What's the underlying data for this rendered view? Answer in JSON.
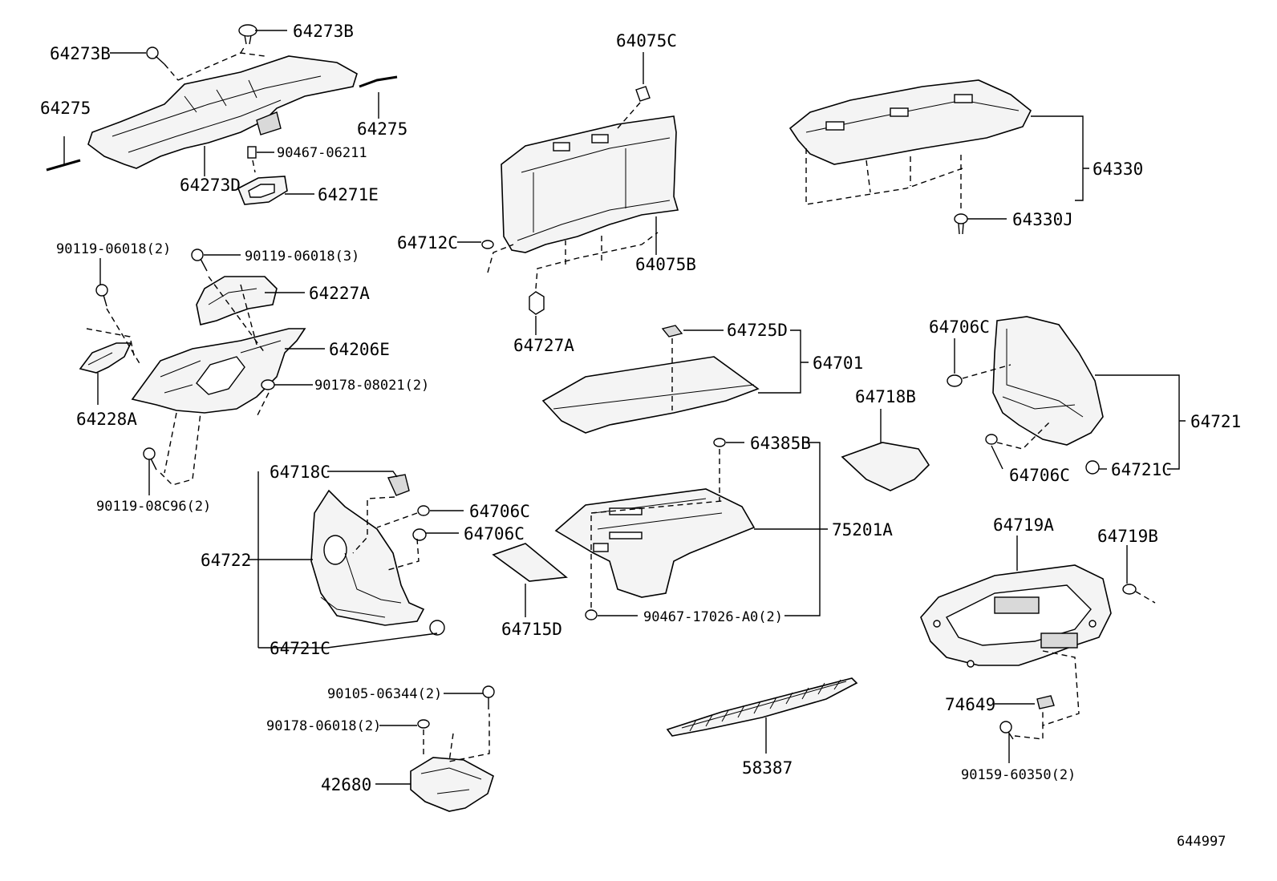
{
  "diagram": {
    "catalog_number": "644997",
    "labels": [
      {
        "id": "l-64273b-top",
        "text": "64273B"
      },
      {
        "id": "l-64273b-left",
        "text": "64273B"
      },
      {
        "id": "l-64275-left",
        "text": "64275"
      },
      {
        "id": "l-64275-right",
        "text": "64275"
      },
      {
        "id": "l-90467-06211",
        "text": "90467-06211"
      },
      {
        "id": "l-64273d",
        "text": "64273D"
      },
      {
        "id": "l-64271e",
        "text": "64271E"
      },
      {
        "id": "l-90119-06018-2",
        "text": "90119-06018(2)"
      },
      {
        "id": "l-90119-06018-3",
        "text": "90119-06018(3)"
      },
      {
        "id": "l-64227a",
        "text": "64227A"
      },
      {
        "id": "l-64206e",
        "text": "64206E"
      },
      {
        "id": "l-90178-08021-2",
        "text": "90178-08021(2)"
      },
      {
        "id": "l-64228a",
        "text": "64228A"
      },
      {
        "id": "l-90119-08c96-2",
        "text": "90119-08C96(2)"
      },
      {
        "id": "l-64075c",
        "text": "64075C"
      },
      {
        "id": "l-64712c",
        "text": "64712C"
      },
      {
        "id": "l-64075b",
        "text": "64075B"
      },
      {
        "id": "l-64727a",
        "text": "64727A"
      },
      {
        "id": "l-64330",
        "text": "64330"
      },
      {
        "id": "l-64330j",
        "text": "64330J"
      },
      {
        "id": "l-64725d",
        "text": "64725D"
      },
      {
        "id": "l-64701",
        "text": "64701"
      },
      {
        "id": "l-64718b",
        "text": "64718B"
      },
      {
        "id": "l-64706c-right-top",
        "text": "64706C"
      },
      {
        "id": "l-64721",
        "text": "64721"
      },
      {
        "id": "l-64706c-right-bottom",
        "text": "64706C"
      },
      {
        "id": "l-64721c-right",
        "text": "64721C"
      },
      {
        "id": "l-64718c",
        "text": "64718C"
      },
      {
        "id": "l-64706c-mid-1",
        "text": "64706C"
      },
      {
        "id": "l-64706c-mid-2",
        "text": "64706C"
      },
      {
        "id": "l-64722",
        "text": "64722"
      },
      {
        "id": "l-64721c-left",
        "text": "64721C"
      },
      {
        "id": "l-64715d",
        "text": "64715D"
      },
      {
        "id": "l-64385b",
        "text": "64385B"
      },
      {
        "id": "l-75201a",
        "text": "75201A"
      },
      {
        "id": "l-90467-17026",
        "text": "90467-17026-A0(2)"
      },
      {
        "id": "l-64719a",
        "text": "64719A"
      },
      {
        "id": "l-64719b",
        "text": "64719B"
      },
      {
        "id": "l-74649",
        "text": "74649"
      },
      {
        "id": "l-90159-60350",
        "text": "90159-60350(2)"
      },
      {
        "id": "l-90105-06344",
        "text": "90105-06344(2)"
      },
      {
        "id": "l-90178-06018",
        "text": "90178-06018(2)"
      },
      {
        "id": "l-42680",
        "text": "42680"
      },
      {
        "id": "l-58387",
        "text": "58387"
      }
    ]
  }
}
